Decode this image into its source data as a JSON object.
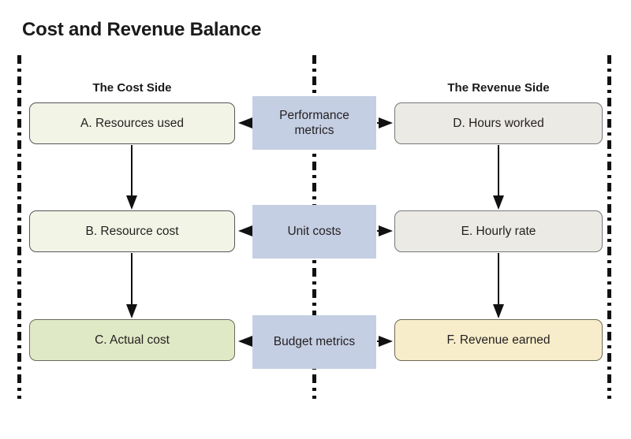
{
  "diagram": {
    "title": "Cost and Revenue Balance",
    "left_column": {
      "header": "The Cost Side",
      "boxes": [
        {
          "label": "A. Resources used"
        },
        {
          "label": "B. Resource cost"
        },
        {
          "label": "C. Actual cost"
        }
      ]
    },
    "center_column": {
      "boxes": [
        {
          "label": "Performance metrics"
        },
        {
          "label": "Unit costs"
        },
        {
          "label": "Budget metrics"
        }
      ]
    },
    "right_column": {
      "header": "The Revenue Side",
      "boxes": [
        {
          "label": "D. Hours worked"
        },
        {
          "label": "E. Hourly rate"
        },
        {
          "label": "F. Revenue earned"
        }
      ]
    },
    "colors": {
      "cost_fill_light": "#f2f4e6",
      "cost_fill_dark": "#e0e9c5",
      "metric_fill": "#c5cfe3",
      "revenue_fill_gray": "#eceae5",
      "revenue_fill_tan": "#f7edca",
      "box_border": "#55565a",
      "text": "#231f20",
      "line": "#111111"
    }
  }
}
